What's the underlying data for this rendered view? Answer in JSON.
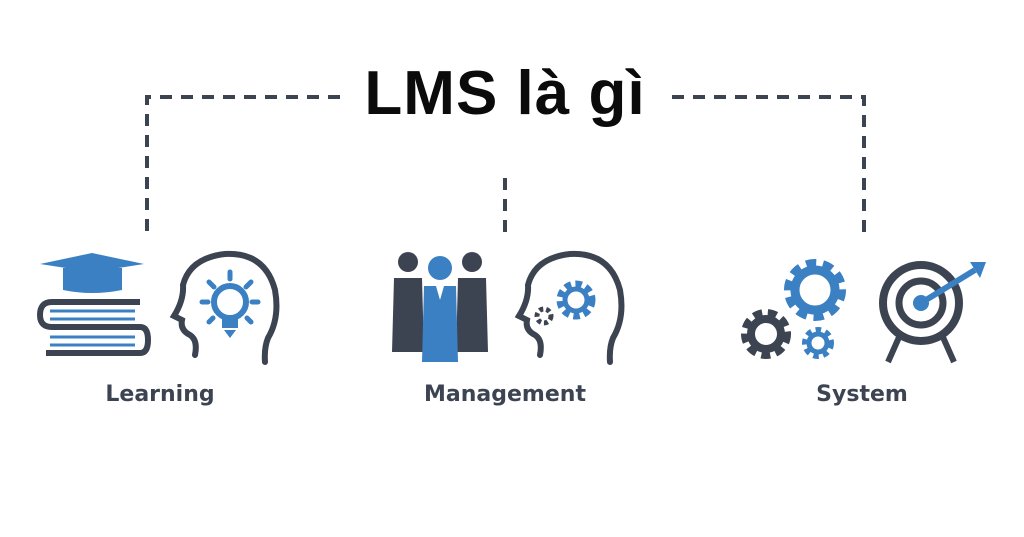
{
  "title": "LMS là gì",
  "labels": {
    "learning": "Learning",
    "management": "Management",
    "system": "System"
  },
  "colors": {
    "blue": "#3a80c3",
    "dark": "#3d4451",
    "title": "#0b0b0b"
  },
  "icons": [
    "graduation-cap-books-icon",
    "head-lightbulb-icon",
    "business-team-icon",
    "head-gear-icon",
    "gears-icon",
    "target-arrow-icon"
  ]
}
